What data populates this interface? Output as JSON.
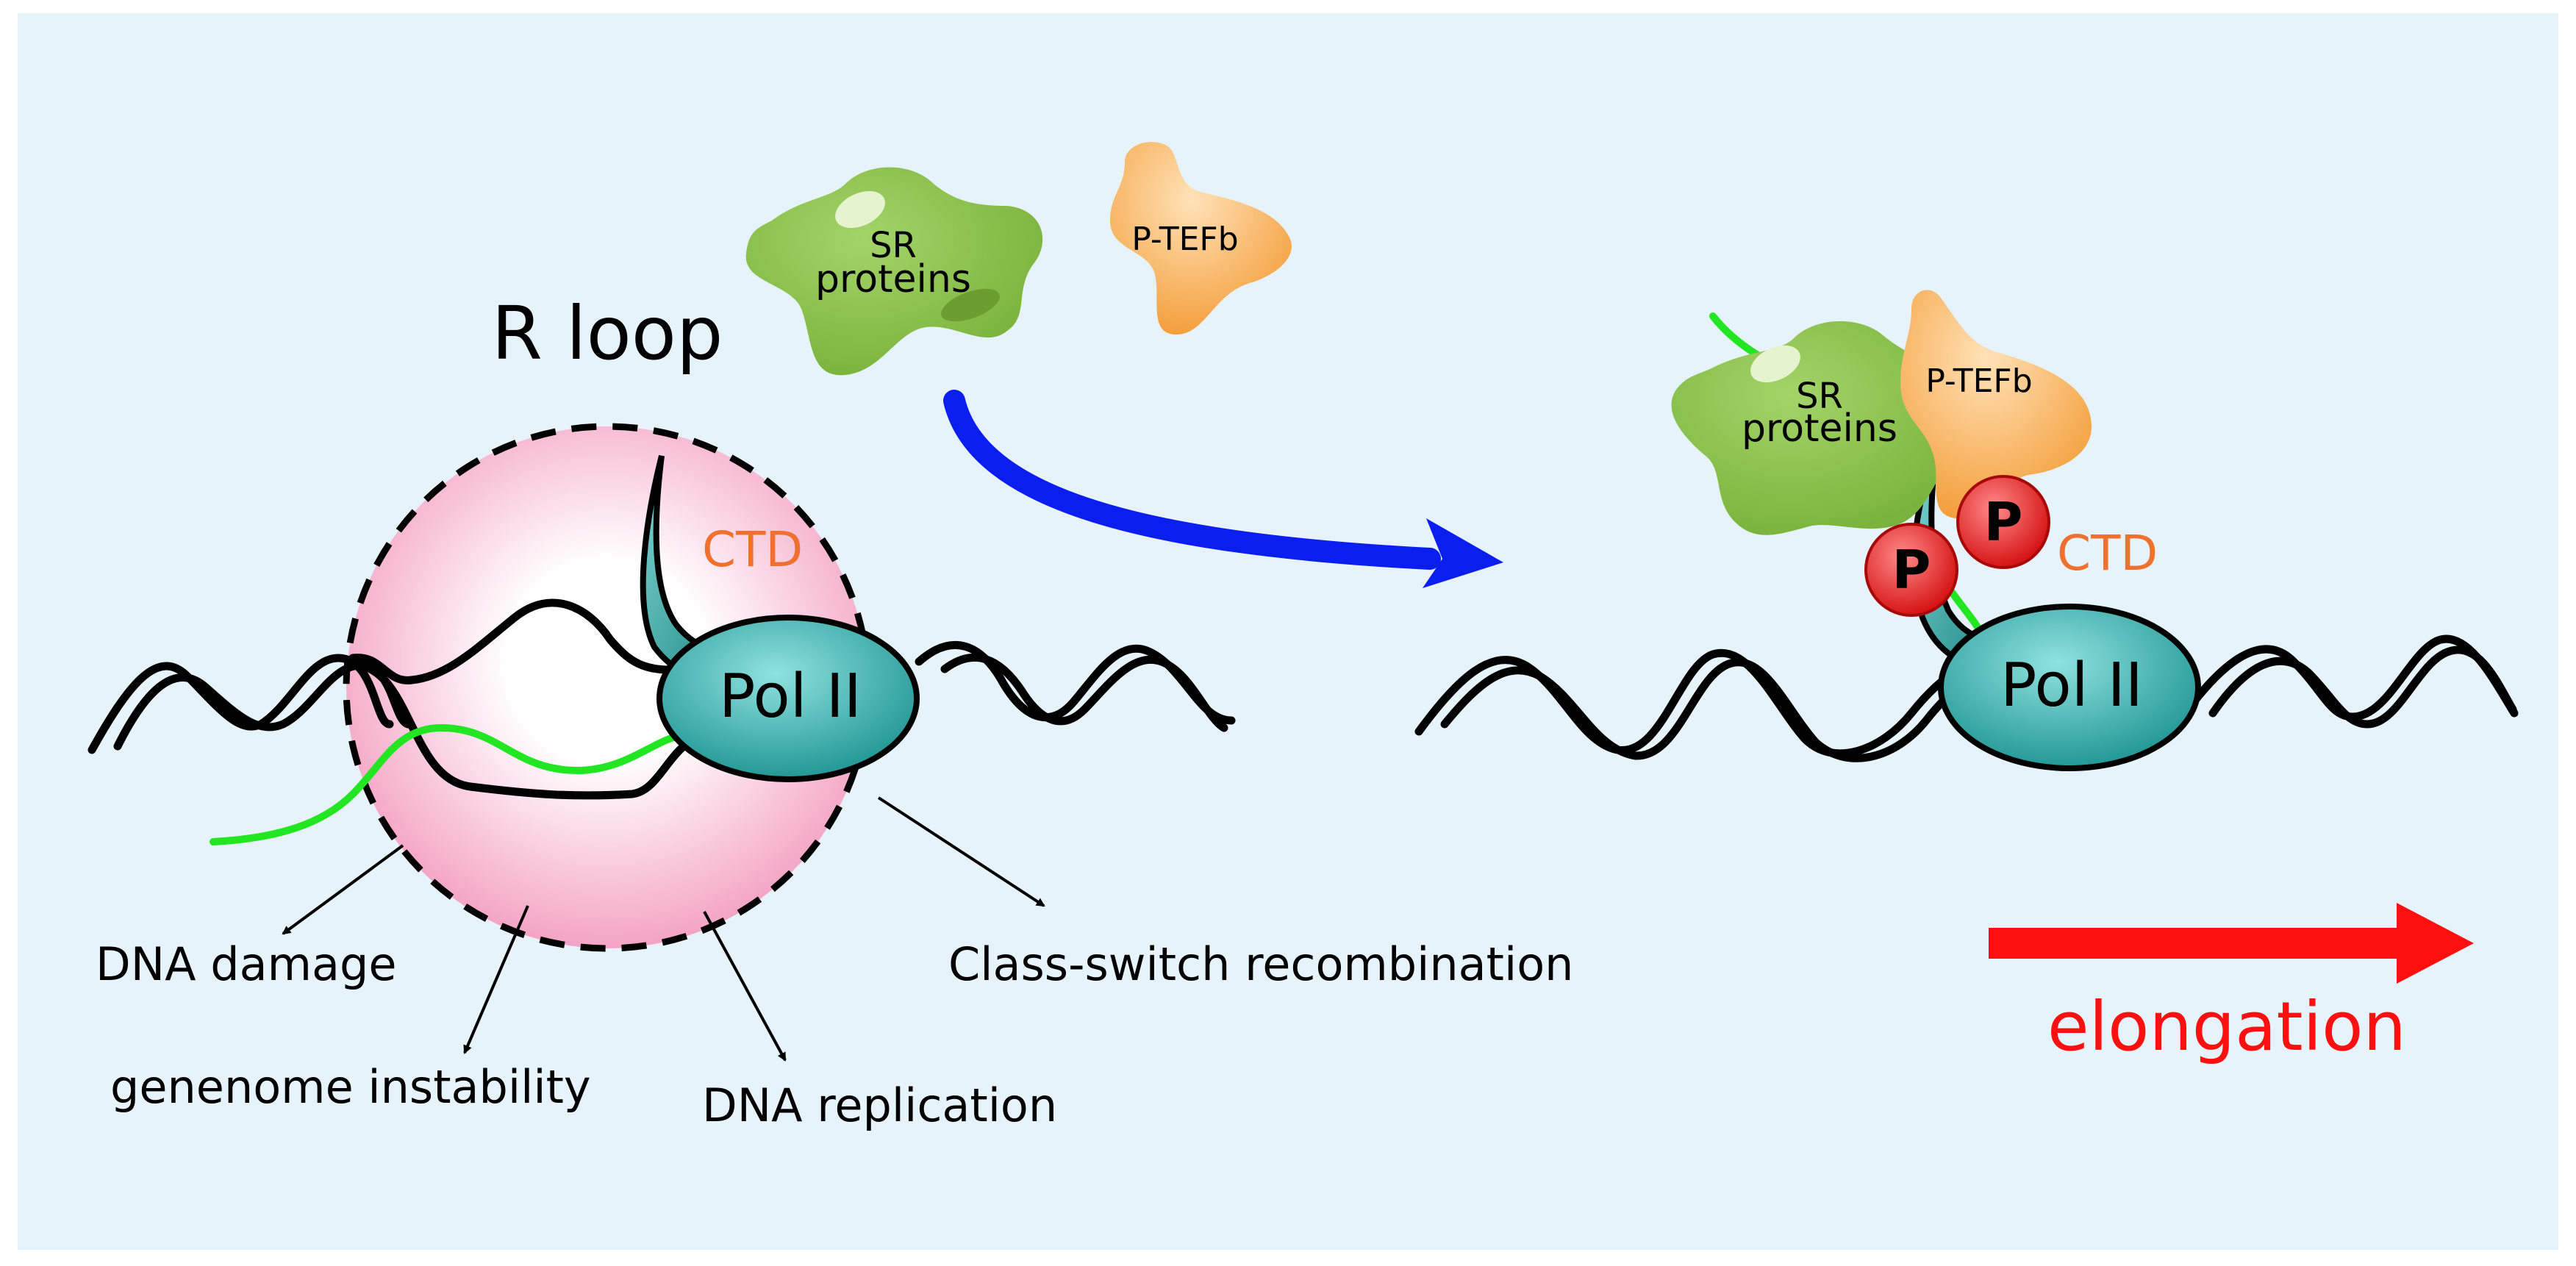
{
  "labels": {
    "r_loop": "R loop",
    "ctd": "CTD",
    "pol2": "Pol II",
    "sr_proteins_line1": "SR",
    "sr_proteins_line2": "proteins",
    "ptefb": "P-TEFb",
    "phospho": "P",
    "elongation": "elongation",
    "outcomes": {
      "dna_damage": "DNA damage",
      "genome_instability": "genenome instability",
      "dna_replication": "DNA replication",
      "class_switch": "Class-switch recombination"
    }
  },
  "colors": {
    "background": "#e6f3fa",
    "r_loop_fill": "#f4a3c4",
    "pol2_fill": "#1f9e9c",
    "sr_fill": "#8cc54a",
    "ptefb_fill": "#f6a84a",
    "rna": "#22e622",
    "ctd_text": "#f07030",
    "phospho_fill": "#e02020",
    "process_arrow": "#0a1ef0",
    "elongation": "#ff1010"
  }
}
